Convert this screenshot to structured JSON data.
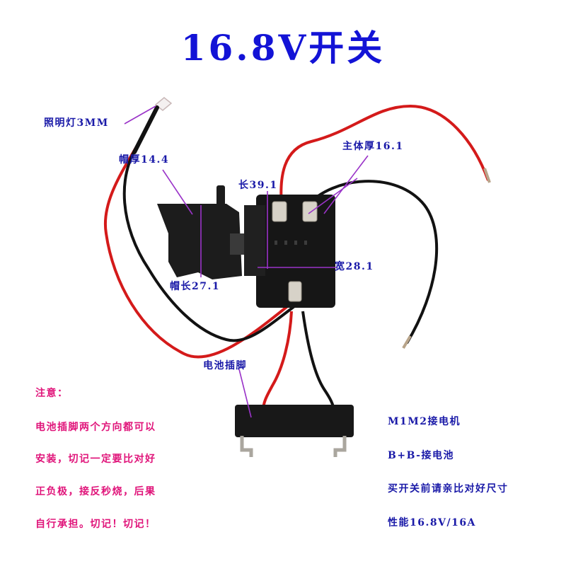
{
  "title": "16.8V开关",
  "colors": {
    "title": "#1313d6",
    "label": "#1a1aa8",
    "note": "#e0147a",
    "body": "#161616",
    "wire_red": "#d41a1a",
    "wire_black": "#121212"
  },
  "labels": {
    "light": "照明灯3MM",
    "cap_thickness": "帽厚14.4",
    "body_thickness": "主体厚16.1",
    "length": "长39.1",
    "width": "宽28.1",
    "cap_length": "帽长27.1",
    "battery_pins": "电池插脚"
  },
  "notice": {
    "heading": "注意：",
    "lines": [
      "电池插脚两个方向都可以",
      "安装，切记一定要比对好",
      "正负极，接反秒烧，后果",
      "自行承担。切记！切记！"
    ]
  },
  "info": {
    "lines": [
      "M1M2接电机",
      "B+B-接电池",
      "买开关前请亲比对好尺寸",
      "性能16.8V/16A"
    ]
  }
}
